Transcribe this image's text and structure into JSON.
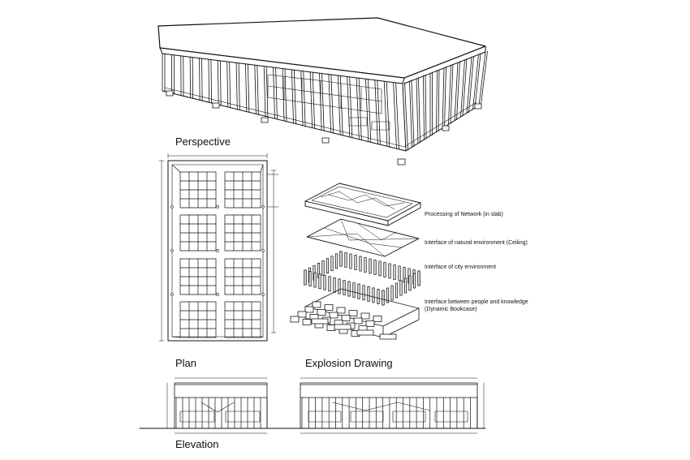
{
  "sections": {
    "perspective": "Perspective",
    "plan": "Plan",
    "explosion": "Explosion Drawing",
    "elevation": "Elevation"
  },
  "layers": [
    {
      "label": "Processing of Network (in slab)"
    },
    {
      "label": "Interface of natural environment (Ceiling)"
    },
    {
      "label": "Interface of city environment"
    },
    {
      "label": "Interface between people and knowledge",
      "label2": "(Dynamic Bookcase)"
    }
  ]
}
